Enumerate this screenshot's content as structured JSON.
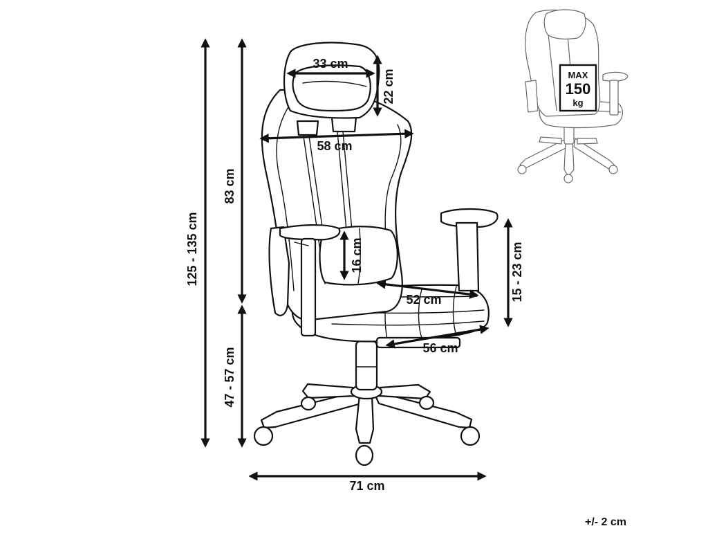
{
  "dimensions": {
    "headrest_width": "33 cm",
    "headrest_height": "22 cm",
    "backrest_width": "58 cm",
    "backrest_height": "83 cm",
    "total_height": "125 - 135 cm",
    "lumbar_height": "16 cm",
    "seat_depth": "52 cm",
    "seat_width": "56 cm",
    "armrest_height": "15 - 23 cm",
    "seat_height": "47 - 57 cm",
    "base_width": "71 cm"
  },
  "weight_badge": {
    "line1": "MAX",
    "line2": "150",
    "line3": "kg"
  },
  "tolerance": "+/- 2 cm"
}
